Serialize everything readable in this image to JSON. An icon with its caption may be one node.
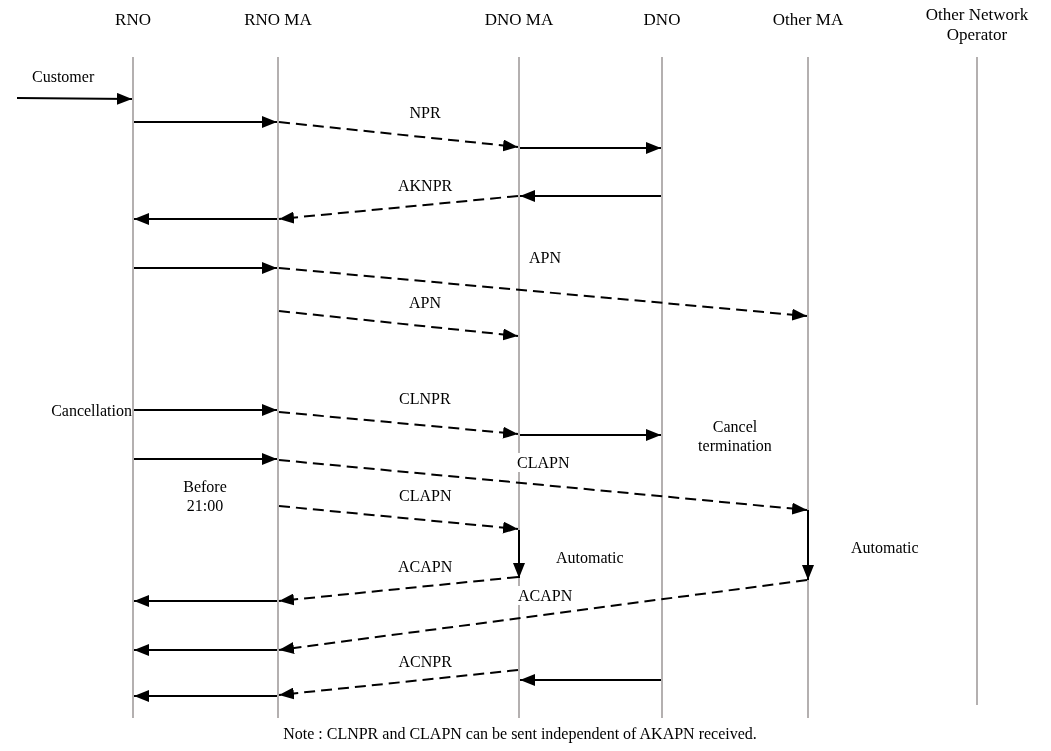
{
  "diagram": {
    "nodes": [
      {
        "text": [],
        "shape": "bar",
        "beside": [
          "RNO"
        ]
      },
      {
        "text": [],
        "shape": "bar",
        "beside": [
          "RNO MA"
        ]
      },
      {
        "text": [],
        "shape": "bar",
        "beside": [
          "DNO MA"
        ]
      },
      {
        "text": [],
        "shape": "bar",
        "beside": [
          "DNO"
        ]
      },
      {
        "text": [],
        "shape": "bar",
        "beside": [
          "Other MA"
        ]
      },
      {
        "text": [],
        "shape": "bar",
        "beside": [
          "Other Network Operator"
        ]
      }
    ],
    "edges": [
      {
        "from": null,
        "to": 0,
        "arrow": "to",
        "label": "Customer"
      },
      {
        "from": 0,
        "to": 1,
        "arrow": "to"
      },
      {
        "from": 1,
        "to": 2,
        "arrow": "to",
        "style": "dashed",
        "label": "NPR"
      },
      {
        "from": 2,
        "to": 3,
        "arrow": "to"
      },
      {
        "from": 3,
        "to": 2,
        "arrow": "to"
      },
      {
        "from": 2,
        "to": 1,
        "arrow": "to",
        "style": "dashed",
        "label": "AKNPR"
      },
      {
        "from": 1,
        "to": 0,
        "arrow": "to"
      },
      {
        "from": 0,
        "to": 1,
        "arrow": "to"
      },
      {
        "from": 1,
        "to": 4,
        "arrow": "to",
        "style": "dashed",
        "label": "APN"
      },
      {
        "from": 1,
        "to": 2,
        "arrow": "to",
        "style": "dashed",
        "label": "APN"
      },
      {
        "from": 0,
        "to": 1,
        "arrow": "to"
      },
      {
        "from": 1,
        "to": 2,
        "arrow": "to",
        "style": "dashed",
        "label": "CLNPR"
      },
      {
        "from": 2,
        "to": 3,
        "arrow": "to"
      },
      {
        "from": 0,
        "to": 1,
        "arrow": "to"
      },
      {
        "from": 1,
        "to": 4,
        "arrow": "to",
        "style": "dashed",
        "label": "CLAPN"
      },
      {
        "from": 1,
        "to": 2,
        "arrow": "to",
        "style": "dashed",
        "label": "CLAPN"
      },
      {
        "from": 2,
        "to": 2,
        "arrow": "to",
        "label": "Automatic"
      },
      {
        "from": 4,
        "to": 4,
        "arrow": "to",
        "label": "Automatic"
      },
      {
        "from": 2,
        "to": 1,
        "arrow": "to",
        "style": "dashed",
        "label": "ACAPN"
      },
      {
        "from": 1,
        "to": 0,
        "arrow": "to"
      },
      {
        "from": 4,
        "to": 1,
        "arrow": "to",
        "style": "dashed",
        "label": "ACAPN"
      },
      {
        "from": 1,
        "to": 0,
        "arrow": "to"
      },
      {
        "from": 3,
        "to": 2,
        "arrow": "to"
      },
      {
        "from": 2,
        "to": 1,
        "arrow": "to",
        "style": "dashed",
        "label": "ACNPR"
      },
      {
        "from": 1,
        "to": 0,
        "arrow": "to"
      }
    ],
    "labels": [
      "Cancellation",
      "Cancel termination",
      "Before 21:00",
      "Note : CLNPR and CLAPN can be sent independent of AKAPN received."
    ]
  }
}
